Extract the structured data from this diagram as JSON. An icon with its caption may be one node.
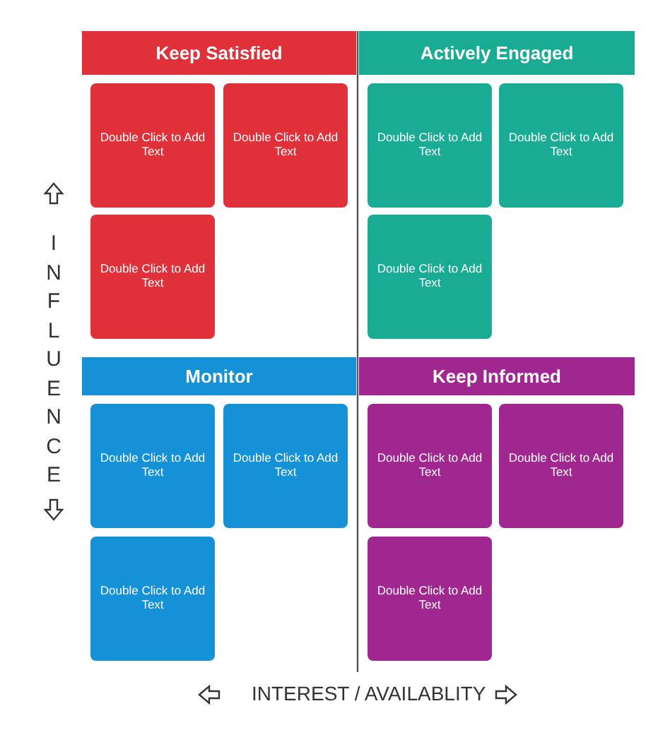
{
  "diagram": {
    "nodes": [
      {
        "text": [
          "Keep Satisfied"
        ]
      },
      {
        "text": [
          "Double Click to Add Text"
        ]
      },
      {
        "text": [
          "Double Click to Add Text"
        ]
      },
      {
        "text": [
          "Double Click to Add Text"
        ]
      },
      {
        "text": [
          "Actively Engaged"
        ]
      },
      {
        "text": [
          "Double Click to Add Text"
        ]
      },
      {
        "text": [
          "Double Click to Add Text"
        ]
      },
      {
        "text": [
          "Double Click to Add Text"
        ]
      },
      {
        "text": [
          "Monitor"
        ]
      },
      {
        "text": [
          "Double Click to Add Text"
        ]
      },
      {
        "text": [
          "Double Click to Add Text"
        ]
      },
      {
        "text": [
          "Double Click to Add Text"
        ]
      },
      {
        "text": [
          "Keep Informed"
        ]
      },
      {
        "text": [
          "Double Click to Add Text"
        ]
      },
      {
        "text": [
          "Double Click to Add Text"
        ]
      },
      {
        "text": [
          "Double Click to Add Text"
        ]
      }
    ],
    "labels": [
      "INFLUENCE",
      "INTEREST / AVAILABLITY"
    ]
  }
}
